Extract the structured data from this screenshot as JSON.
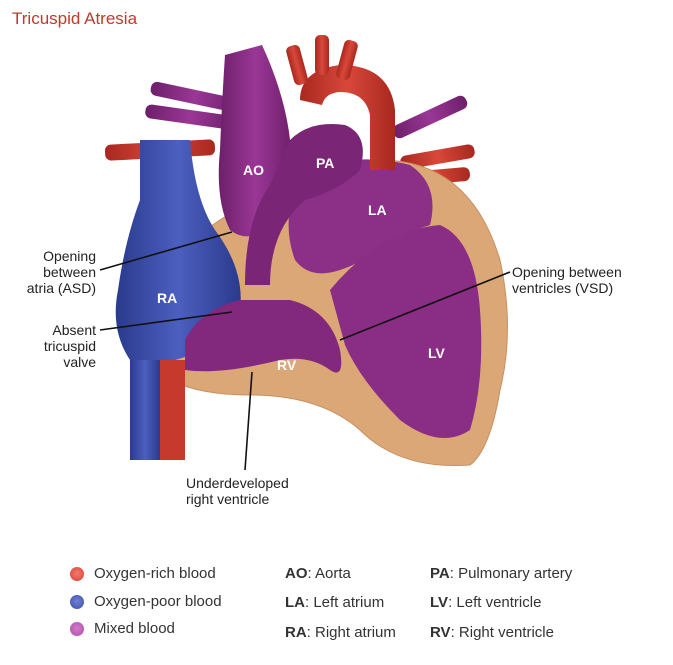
{
  "title": "Tricuspid Atresia",
  "chambers": {
    "ao": "AO",
    "pa": "PA",
    "la": "LA",
    "ra": "RA",
    "rv": "RV",
    "lv": "LV"
  },
  "callouts": {
    "asd": [
      "Opening",
      "between",
      "atria (ASD)"
    ],
    "absent_valve": [
      "Absent",
      "tricuspid",
      "valve"
    ],
    "vsd": [
      "Opening between",
      "ventricles (VSD)"
    ],
    "underdeveloped_rv": [
      "Underdeveloped",
      "right ventricle"
    ]
  },
  "legend": {
    "colors": [
      {
        "label": "Oxygen-rich blood",
        "color": "#d9403a"
      },
      {
        "label": "Oxygen-poor blood",
        "color": "#3f4fa6"
      },
      {
        "label": "Mixed blood",
        "color": "#b04aa8"
      }
    ],
    "abbreviations": [
      {
        "abbr": "AO",
        "text": ": Aorta"
      },
      {
        "abbr": "PA",
        "text": ": Pulmonary artery"
      },
      {
        "abbr": "LA",
        "text": ": Left atrium"
      },
      {
        "abbr": "LV",
        "text": ": Left ventricle"
      },
      {
        "abbr": "RA",
        "text": ": Right atrium"
      },
      {
        "abbr": "RV",
        "text": ": Right ventricle"
      }
    ]
  },
  "colors": {
    "title": "#c0392b",
    "oxygen_rich": "#c83a2e",
    "oxygen_poor": "#3b4fa8",
    "mixed": "#8e2f86",
    "wall": "#dba777"
  }
}
